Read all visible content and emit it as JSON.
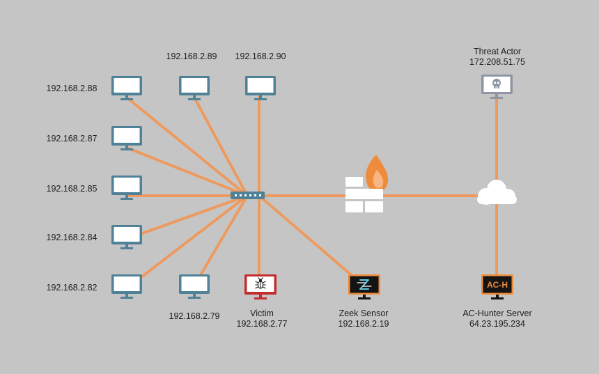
{
  "hosts": [
    {
      "id": "pc88",
      "ip": "192.168.2.88"
    },
    {
      "id": "pc89",
      "ip": "192.168.2.89"
    },
    {
      "id": "pc90",
      "ip": "192.168.2.90"
    },
    {
      "id": "pc87",
      "ip": "192.168.2.87"
    },
    {
      "id": "pc85",
      "ip": "192.168.2.85"
    },
    {
      "id": "pc84",
      "ip": "192.168.2.84"
    },
    {
      "id": "pc82",
      "ip": "192.168.2.82"
    },
    {
      "id": "pc79",
      "ip": "192.168.2.79"
    }
  ],
  "victim": {
    "name": "Victim",
    "ip": "192.168.2.77",
    "icon": "bug-icon"
  },
  "zeek": {
    "name": "Zeek Sensor",
    "ip": "192.168.2.19",
    "icon": "zeek-logo-icon"
  },
  "ac_hunter": {
    "name": "AC-Hunter Server",
    "ip": "64.23.195.234",
    "badge": "AC-H"
  },
  "threat_actor": {
    "name": "Threat Actor",
    "ip": "172.208.51.75",
    "icon": "skull-icon"
  },
  "colors": {
    "background": "#c5c5c5",
    "link": "#ee9a5e",
    "monitor": "#4f8296",
    "victim": "#c32d2f",
    "zeek": "#141414",
    "ac_hunter": "#141414",
    "ac_hunter_accent": "#ef8c3c",
    "threat_actor": "#8e96a3",
    "flame": "#ef8c3c",
    "firewall": "#ffffff",
    "cloud": "#ffffff"
  }
}
